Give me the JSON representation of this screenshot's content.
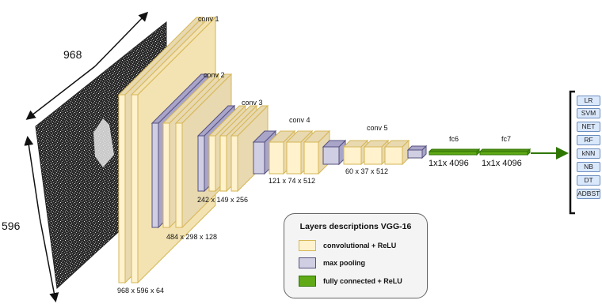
{
  "input": {
    "width_label": "968",
    "height_label": "596"
  },
  "blocks": [
    {
      "name": "conv 1",
      "dims": "968 x 596 x 64"
    },
    {
      "name": "conv 2",
      "dims": "484 x 298 x 128"
    },
    {
      "name": "conv 3",
      "dims": "242 x 149 x 256"
    },
    {
      "name": "conv 4",
      "dims": "121 x 74 x 512"
    },
    {
      "name": "conv 5",
      "dims": "60 x 37 x 512"
    },
    {
      "name": "fc6",
      "dims": "1x1x 4096"
    },
    {
      "name": "fc7",
      "dims": "1x1x 4096"
    }
  ],
  "legend": {
    "title": "Layers descriptions VGG-16",
    "items": [
      {
        "label": "convolutional + ReLU",
        "fill": "#fff2cc",
        "stroke": "#d6b656"
      },
      {
        "label": "max pooling",
        "fill": "#d0cee2",
        "stroke": "#56517e"
      },
      {
        "label": "fully connected + ReLU",
        "fill": "#60a917",
        "stroke": "#2d7600"
      }
    ]
  },
  "classifiers": [
    "LR",
    "SVM",
    "NET",
    "RF",
    "kNN",
    "NB",
    "DT",
    "ADBST"
  ],
  "colors": {
    "conv_fill": "#fff2cc",
    "conv_side": "#e8d9b0",
    "conv_stroke": "#d6b656",
    "pool_fill": "#d0cee2",
    "pool_side": "#a9a5c9",
    "pool_stroke": "#56517e",
    "fc_fill": "#60a917",
    "fc_stroke": "#2d7600",
    "clf_fill": "#dae8fc",
    "clf_stroke": "#6c8ebf"
  }
}
